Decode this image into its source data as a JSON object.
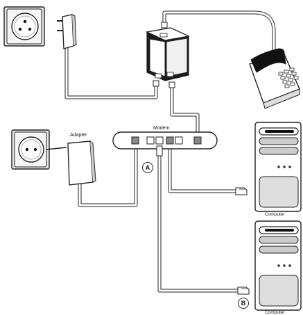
{
  "labels": {
    "modem": "Modem",
    "adapter": "Adapter",
    "computer_top": "Computer",
    "computer_bottom": "Computer"
  },
  "callouts": {
    "a": "A",
    "b": "B"
  },
  "colors": {
    "outline": "#222222",
    "cable_fill": "#ffffff",
    "device_shade": "#e6e6e6",
    "dark_panel": "#1a1a1a"
  },
  "icons": [
    "wall-socket-icon",
    "power-plug-icon",
    "splitter-icon",
    "telephone-icon",
    "modem-icon",
    "power-adapter-icon",
    "computer-tower-icon",
    "rj45-connector-icon"
  ]
}
